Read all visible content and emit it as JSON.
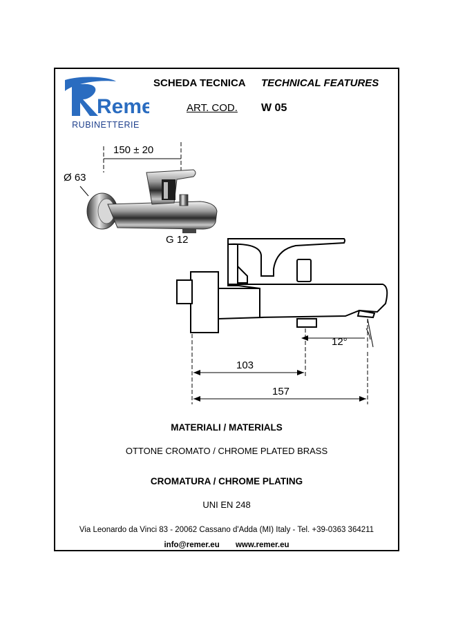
{
  "brand": {
    "name": "Remer",
    "subtitle": "RUBINETTERIE",
    "primary_color": "#2a6cc0"
  },
  "header": {
    "title_it": "SCHEDA TECNICA",
    "title_en": "TECHNICAL FEATURES",
    "article_label": "ART. COD.",
    "article_code": "W 05"
  },
  "dimensions": {
    "width_range": "150 ± 20",
    "diameter": "Ø 63",
    "thread": "G 12",
    "angle": "12°",
    "length_short": "103",
    "length_long": "157"
  },
  "materials": {
    "title": "MATERIALI / MATERIALS",
    "value": "OTTONE CROMATO / CHROME PLATED BRASS"
  },
  "plating": {
    "title": "CROMATURA / CHROME PLATING",
    "value": "UNI EN 248"
  },
  "footer": {
    "address": "Via Leonardo da Vinci 83 - 20062 Cassano d'Adda (MI) Italy - Tel. +39-0363 364211",
    "email": "info@remer.eu",
    "website": "www.remer.eu"
  }
}
